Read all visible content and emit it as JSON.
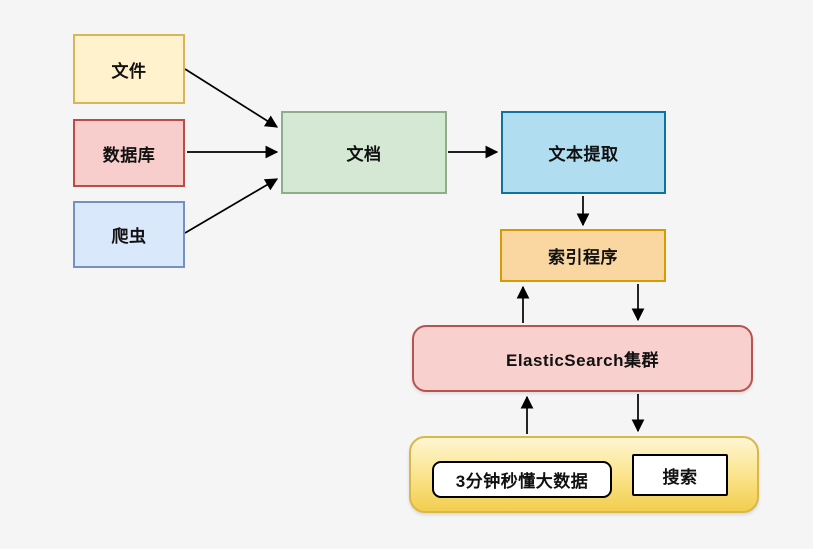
{
  "diagram": {
    "nodes": {
      "file": "文件",
      "database": "数据库",
      "crawler": "爬虫",
      "document": "文档",
      "text_extraction": "文本提取",
      "indexer": "索引程序",
      "es_cluster": "ElasticSearch集群",
      "watermark": "3分钟秒懂大数据",
      "search": "搜索"
    },
    "edges": [
      {
        "from": "file",
        "to": "document"
      },
      {
        "from": "database",
        "to": "document"
      },
      {
        "from": "crawler",
        "to": "document"
      },
      {
        "from": "document",
        "to": "text_extraction"
      },
      {
        "from": "text_extraction",
        "to": "indexer"
      },
      {
        "from": "es_cluster",
        "to": "indexer"
      },
      {
        "from": "indexer",
        "to": "es_cluster"
      },
      {
        "from": "footer",
        "to": "es_cluster"
      },
      {
        "from": "es_cluster",
        "to": "footer"
      }
    ],
    "palette": {
      "background": "#f5f5f6",
      "yellow_fill": "#fff2cc",
      "yellow_stroke": "#d6b656",
      "red_fill": "#f8cecc",
      "red_stroke": "#bd4b48",
      "blue_fill": "#dae8fc",
      "blue_stroke": "#7491bf",
      "green_fill": "#d5e8d4",
      "green_stroke": "#8fac8b",
      "skyblue_fill": "#b1ddf0",
      "skyblue_stroke": "#10739e",
      "orange_fill": "#fad7a1",
      "orange_stroke": "#d79b00",
      "pink_fill": "#f8d0cd",
      "pink_stroke": "#b85450",
      "gold_fill_top": "#fff6d2",
      "gold_fill_bottom": "#f2ce4e",
      "gold_stroke": "#d8b74b",
      "arrow": "#000000"
    }
  }
}
